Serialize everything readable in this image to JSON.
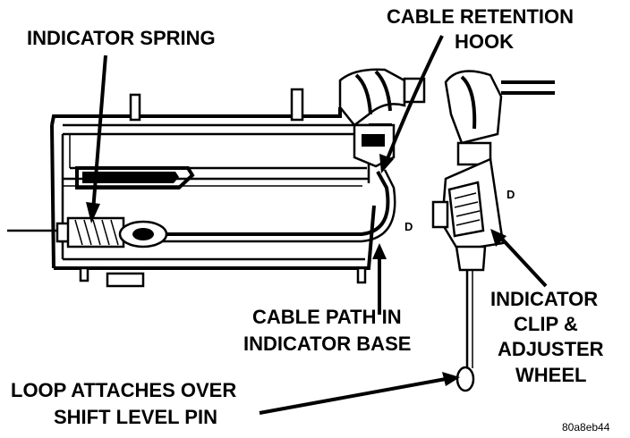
{
  "labels": {
    "indicator_spring": "INDICATOR SPRING",
    "cable_retention_line1": "CABLE RETENTION",
    "cable_retention_line2": "HOOK",
    "cable_path_line1": "CABLE PATH IN",
    "cable_path_line2": "INDICATOR BASE",
    "indicator_clip_line1": "INDICATOR",
    "indicator_clip_line2": "CLIP &",
    "indicator_clip_line3": "ADJUSTER",
    "indicator_clip_line4": "WHEEL",
    "loop_line1": "LOOP ATTACHES OVER",
    "loop_line2": "SHIFT LEVEL PIN",
    "marker_base": "D",
    "marker_clip": "D",
    "figure_code": "80a8eb44"
  }
}
